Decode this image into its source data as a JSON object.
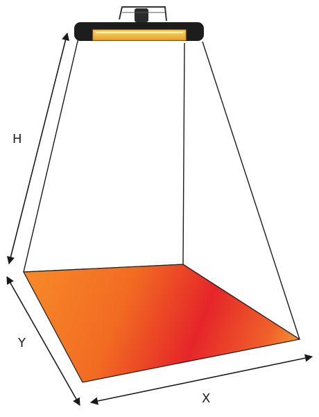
{
  "labels": {
    "height": "H",
    "depth": "Y",
    "width": "X"
  },
  "colors": {
    "edge": "#1a1a1a",
    "floor_light": "#f7ad33",
    "floor_mid": "#f47a22",
    "floor_hot": "#e5202a",
    "heater_body": "#1d1d1d",
    "heater_element": "#f2c447"
  }
}
